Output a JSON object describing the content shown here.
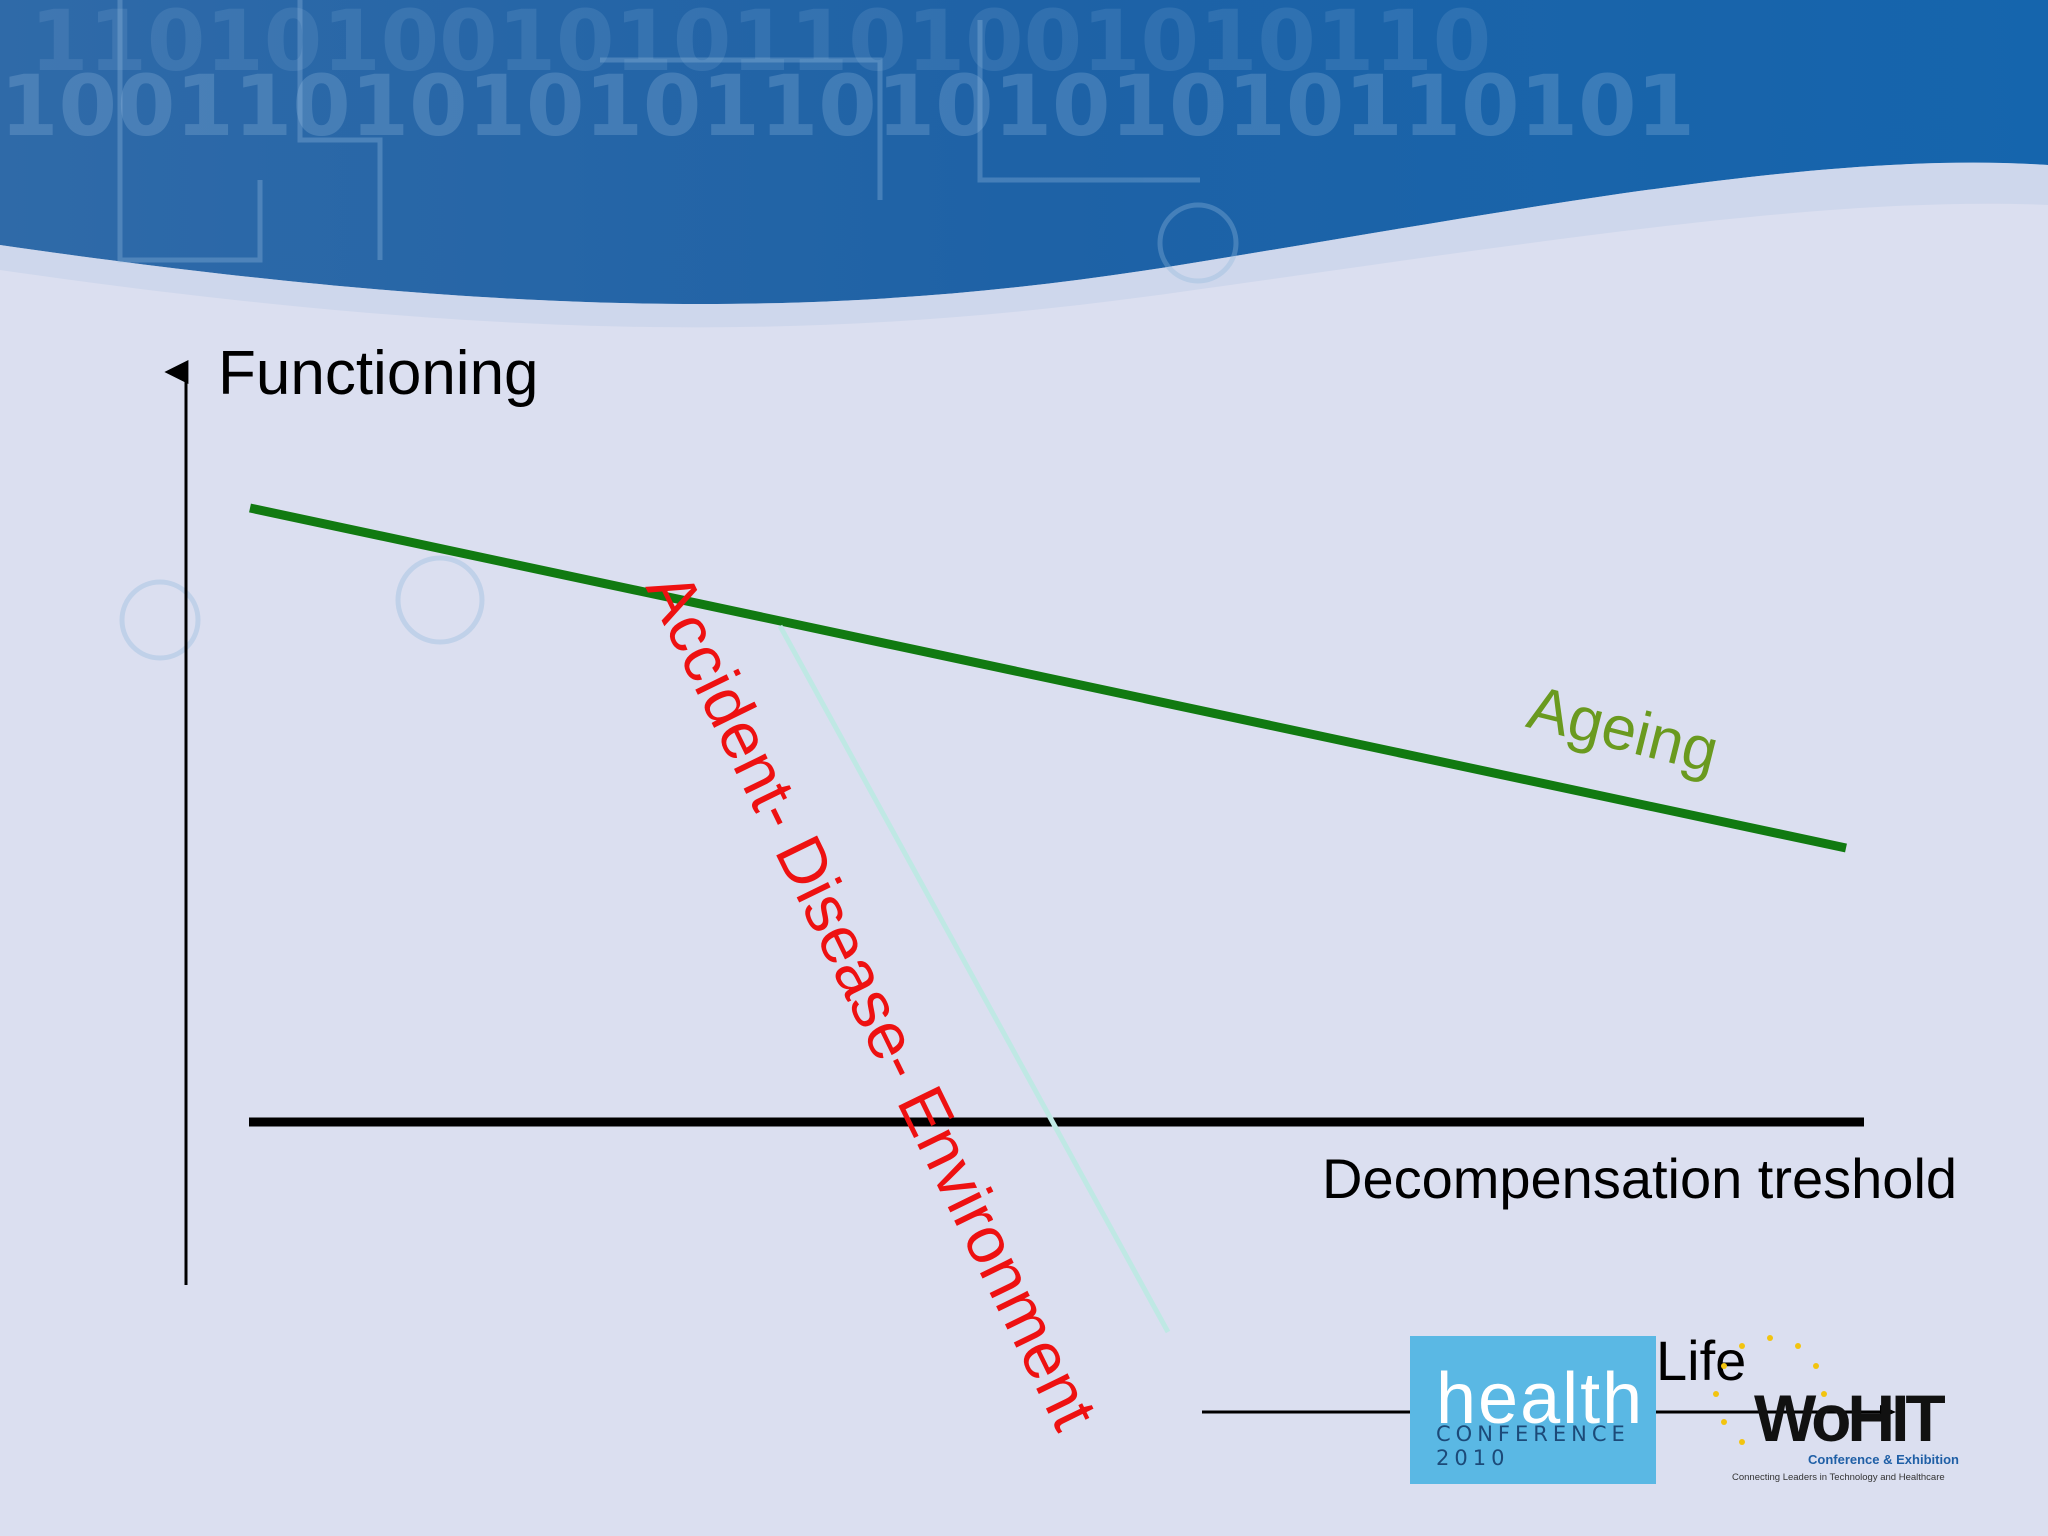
{
  "diagram": {
    "y_axis_label": "Functioning",
    "ageing_label": "Ageing",
    "event_label": "Accident- Disease- Environment",
    "threshold_label": "Decompensation treshold",
    "life_label": "Life"
  },
  "logos": {
    "health": {
      "word": "health",
      "sub": "CONFERENCE 2010"
    },
    "wohit": {
      "word": "WoHIT",
      "sub": "Conference & Exhibition",
      "tagline": "Connecting Leaders in Technology and Healthcare"
    }
  },
  "colors": {
    "background": "#dbdff0",
    "header": "#1a5fa0",
    "ageing_line": "#117a11",
    "event_text": "#ee1111",
    "event_line": "#bfe8e4",
    "threshold_line": "#000000",
    "ageing_text": "#6a9a1f"
  }
}
